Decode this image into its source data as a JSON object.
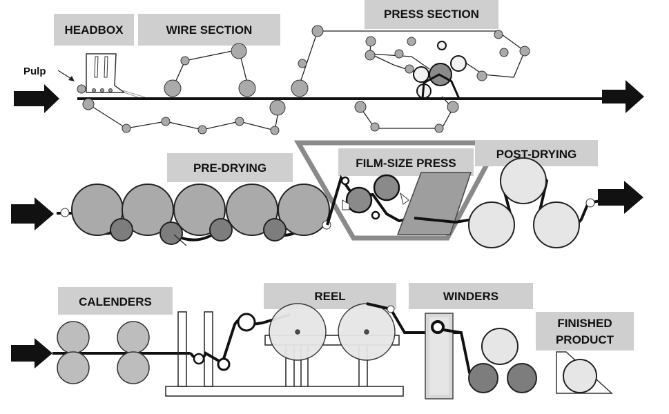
{
  "labels": {
    "headbox": "HEADBOX",
    "wire_section": "WIRE SECTION",
    "press_section": "PRESS SECTION",
    "pulp": "Pulp",
    "pre_drying": "PRE-DRYING",
    "film_size_press": "FILM-SIZE PRESS",
    "post_drying": "POST-DRYING",
    "calenders": "CALENDERS",
    "reel": "REEL",
    "winders": "WINDERS",
    "finished_product_line1": "FINISHED",
    "finished_product_line2": "PRODUCT"
  },
  "colors": {
    "label_box": "#cfcfcf",
    "roll_fill": "#aaaaaa",
    "roll_dark": "#7d7d7d",
    "roll_light": "#e6e6e6",
    "arrow": "#111111"
  }
}
